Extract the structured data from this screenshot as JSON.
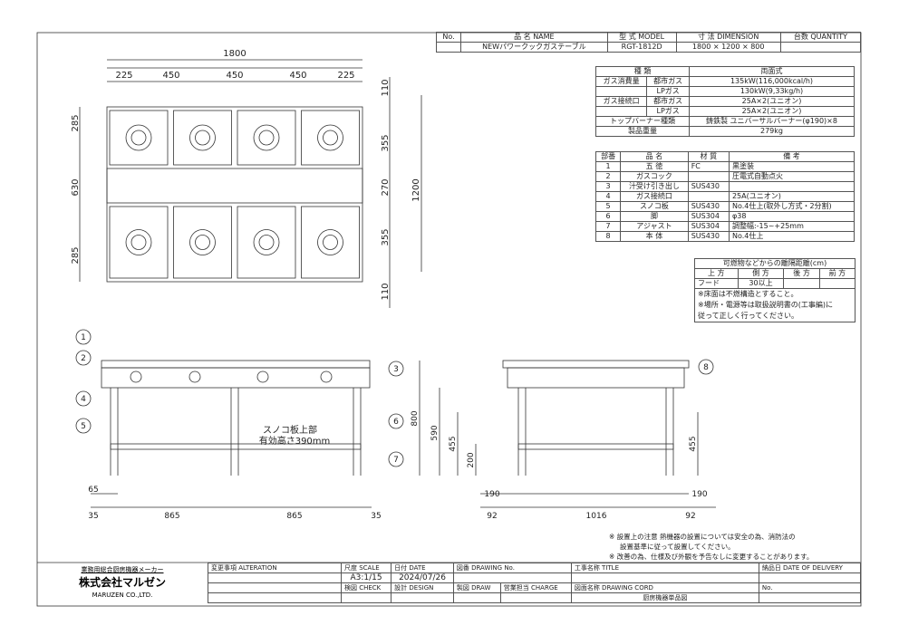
{
  "header": {
    "no_label": "No.",
    "name_label": "品 名 NAME",
    "model_label": "型 式 MODEL",
    "dimension_label": "寸 法 DIMENSION",
    "quantity_label": "台数 QUANTITY",
    "name": "NEWパワークックガステーブル",
    "model": "RGT-1812D",
    "dimension": "1800 × 1200 × 800",
    "quantity": ""
  },
  "spec": [
    [
      "種 類",
      "",
      "両面式"
    ],
    [
      "ガス消費量",
      "都市ガス",
      "135kW(116,000kcal/h)"
    ],
    [
      "",
      "LPガス",
      "130kW(9,33kg/h)"
    ],
    [
      "ガス接続口",
      "都市ガス",
      "25A×2(ユニオン)"
    ],
    [
      "",
      "LPガス",
      "25A×2(ユニオン)"
    ],
    [
      "トップバーナー種類",
      "",
      "鋳鉄製 ユニバーサルバーナー(φ190)×8"
    ],
    [
      "製品重量",
      "",
      "279kg"
    ]
  ],
  "parts_header": [
    "部番",
    "品 名",
    "材 質",
    "備 考"
  ],
  "parts": [
    [
      "1",
      "五 徳",
      "FC",
      "黒塗装"
    ],
    [
      "2",
      "ガスコック",
      "",
      "圧電式自動点火"
    ],
    [
      "3",
      "汁受け引き出し",
      "SUS430",
      ""
    ],
    [
      "4",
      "ガス接続口",
      "",
      "25A(ユニオン)"
    ],
    [
      "5",
      "スノコ板",
      "SUS430",
      "No.4仕上(取外し方式・2分割)"
    ],
    [
      "6",
      "脚",
      "SUS304",
      "φ38"
    ],
    [
      "7",
      "アジャスト",
      "SUS304",
      "調整幅:-15~+25mm"
    ],
    [
      "8",
      "本 体",
      "SUS430",
      "No.4仕上"
    ]
  ],
  "clearance": {
    "title": "可燃物などからの離隔距離(cm)",
    "cols": [
      "上 方",
      "側 方",
      "後 方",
      "前 方"
    ],
    "vals": [
      "フード",
      "30以上",
      "",
      ""
    ],
    "notes": [
      "※床面は不燃構造とすること。",
      "※場所・電源等は取扱説明書の(工事編)に",
      "従って正しく行ってください。"
    ]
  },
  "plan_dims": {
    "total_w": "1800",
    "w": [
      "225",
      "450",
      "450",
      "450",
      "225"
    ],
    "left": [
      "285",
      "630",
      "285"
    ],
    "right": [
      "110",
      "355",
      "270",
      "355",
      "110"
    ],
    "total_h": "1200"
  },
  "front": {
    "callouts": [
      "1",
      "2",
      "3",
      "4",
      "5",
      "6",
      "7"
    ],
    "shelf_text_1": "スノコ板上部",
    "shelf_text_2": "有効高さ390mm",
    "dims": [
      "65",
      "35",
      "865",
      "865",
      "35"
    ]
  },
  "side": {
    "callout": "8",
    "dims": [
      "800",
      "590",
      "455",
      "200",
      "455",
      "190",
      "92",
      "1016",
      "92",
      "190"
    ]
  },
  "notes": [
    "※ 設置上の注意 熱機器の設置については安全の為、消防法の",
    "設置基準に従って設置してください。",
    "※ 改善の為、仕様及び外観を予告なしに変更することがあります。"
  ],
  "title_block": {
    "maker_tag": "業務用総合厨房機器メーカー",
    "company": "株式会社マルゼン",
    "company_en": "MARUZEN CO.,LTD.",
    "alteration": "変更事項 ALTERATION",
    "scale_label": "尺度 SCALE",
    "scale": "A3:1/15",
    "date_label": "日付 DATE",
    "date": "2024/07/26",
    "drawing_no_label": "図番 DRAWING No.",
    "title_label": "工事名称 TITLE",
    "delivery_label": "納品日 DATE OF DELIVERY",
    "check_label": "検図 CHECK",
    "design_label": "設計 DESIGN",
    "draw_label": "製図 DRAW",
    "charge_label": "営業担当 CHARGE",
    "drawing_cord_label": "図面名称 DRAWING CORD",
    "drawing_name": "厨房機器単品図",
    "no_label": "No."
  }
}
